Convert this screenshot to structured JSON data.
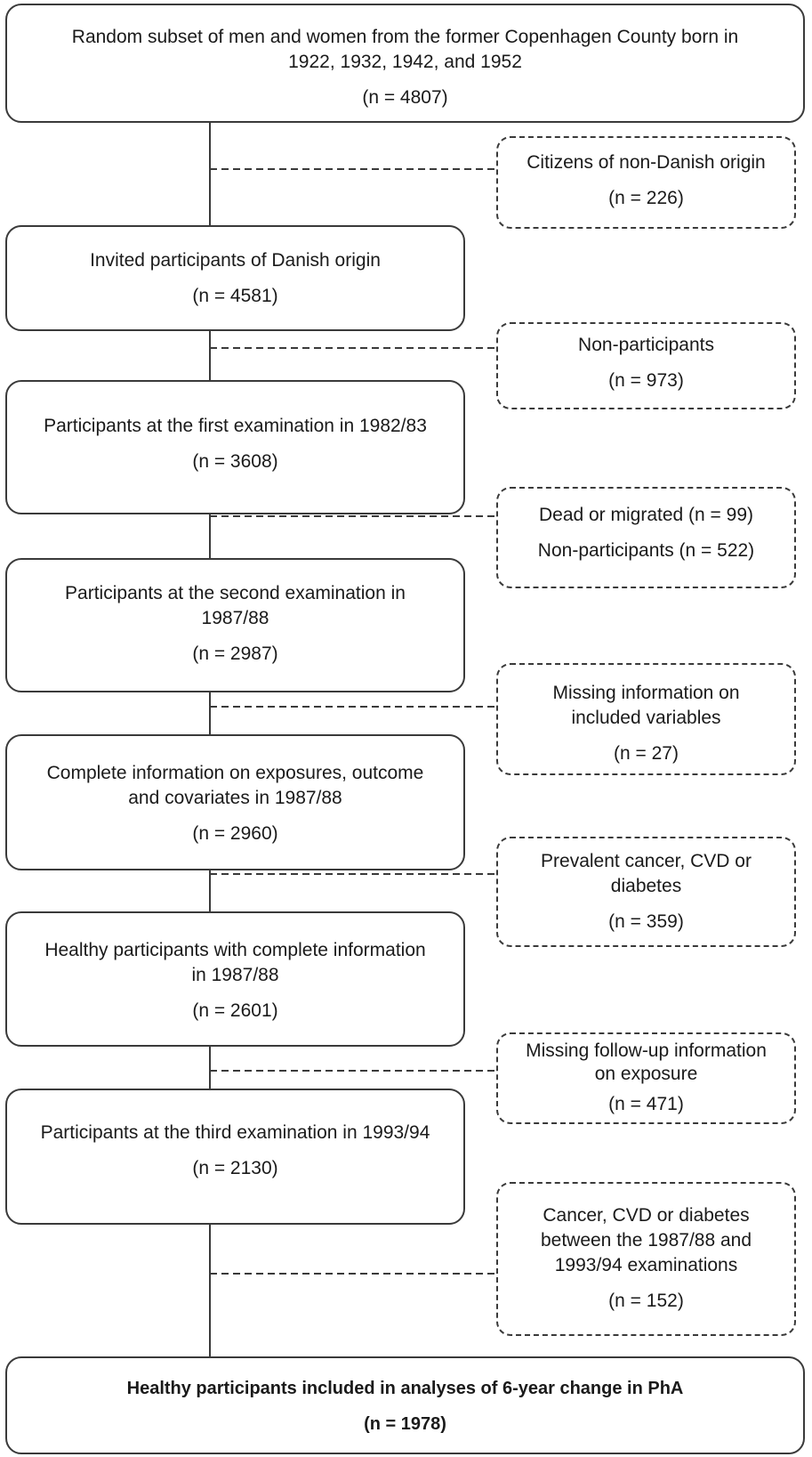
{
  "main_boxes": [
    {
      "lines": [
        "Random subset of men and women from the former Copenhagen County born in",
        "1922, 1932, 1942, and 1952"
      ],
      "count": "(n = 4807)"
    },
    {
      "lines": [
        "Invited participants of Danish origin"
      ],
      "count": "(n = 4581)"
    },
    {
      "lines": [
        "Participants at the first examination in 1982/83"
      ],
      "count": "(n = 3608)"
    },
    {
      "lines": [
        "Participants at the second examination in",
        "1987/88"
      ],
      "count": "(n = 2987)"
    },
    {
      "lines": [
        "Complete information on exposures, outcome",
        "and covariates in 1987/88"
      ],
      "count": "(n = 2960)"
    },
    {
      "lines": [
        "Healthy participants with complete information",
        "in 1987/88"
      ],
      "count": "(n = 2601)"
    },
    {
      "lines": [
        "Participants at the third examination in 1993/94"
      ],
      "count": "(n = 2130)"
    },
    {
      "lines": [
        "Healthy participants included in analyses of 6-year change in PhA"
      ],
      "count": "(n = 1978)"
    }
  ],
  "exclusion_boxes": [
    {
      "lines": [
        "Citizens of non-Danish origin"
      ],
      "count": "(n = 226)"
    },
    {
      "lines": [
        "Non-participants"
      ],
      "count": "(n = 973)"
    },
    {
      "lines": [
        "Dead or migrated (n = 99)"
      ],
      "count": "Non-participants (n = 522)"
    },
    {
      "lines": [
        "Missing information on",
        "included variables"
      ],
      "count": "(n = 27)"
    },
    {
      "lines": [
        "Prevalent cancer, CVD or",
        "diabetes"
      ],
      "count": "(n = 359)"
    },
    {
      "lines": [
        "Missing follow-up information",
        "on exposure"
      ],
      "count": "(n = 471)"
    },
    {
      "lines": [
        "Cancer, CVD or diabetes",
        "between the 1987/88 and",
        "1993/94 examinations"
      ],
      "count": "(n = 152)"
    }
  ],
  "colors": {
    "border": "#3a3a3a",
    "text": "#1a1a1a",
    "background": "#ffffff"
  }
}
